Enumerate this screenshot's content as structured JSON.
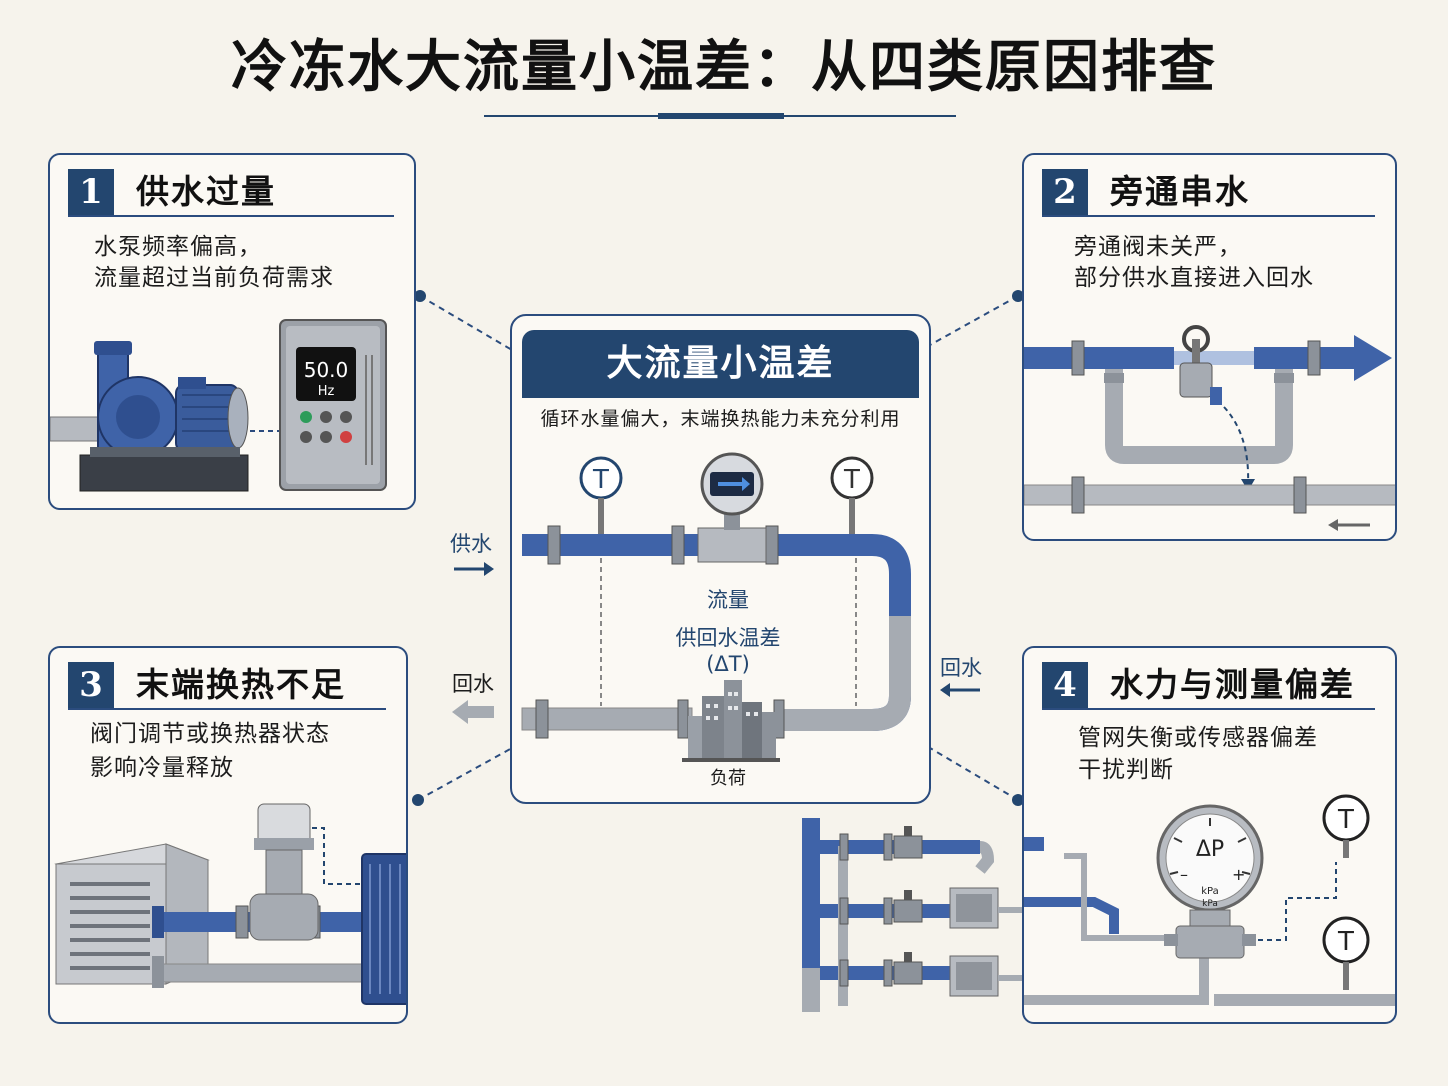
{
  "title": "冷冻水大流量小温差：从四类原因排查",
  "center": {
    "title": "大流量小温差",
    "description": "循环水量偏大，末端换热能力未充分利用",
    "flow_label": "流量",
    "dt_label_1": "供回水温差",
    "dt_label_2": "(ΔT)",
    "load_label": "负荷",
    "sensor_glyph": "T",
    "supply_label": "供水",
    "return_label": "回水"
  },
  "cards": [
    {
      "number": "1",
      "title": "供水过量",
      "description_lines": [
        "水泵频率偏高，",
        "流量超过当前负荷需求"
      ],
      "vfd_value": "50.0",
      "vfd_unit": "Hz"
    },
    {
      "number": "2",
      "title": "旁通串水",
      "description_lines": [
        "旁通阀未关严，",
        "部分供水直接进入回水"
      ]
    },
    {
      "number": "3",
      "title": "末端换热不足",
      "description_lines": [
        "阀门调节或换热器状态",
        "影响冷量释放"
      ]
    },
    {
      "number": "4",
      "title": "水力与测量偏差",
      "description_lines": [
        "管网失衡或传感器偏差",
        "干扰判断"
      ],
      "gauge_label": "ΔP",
      "gauge_unit": "kPa",
      "gauge_unit_2": "kPa",
      "sensor_glyph": "T"
    }
  ],
  "colors": {
    "navy": "#23466f",
    "pipe_blue": "#3f63a8",
    "pipe_grey": "#a6abb2",
    "background": "#f6f3ec"
  }
}
